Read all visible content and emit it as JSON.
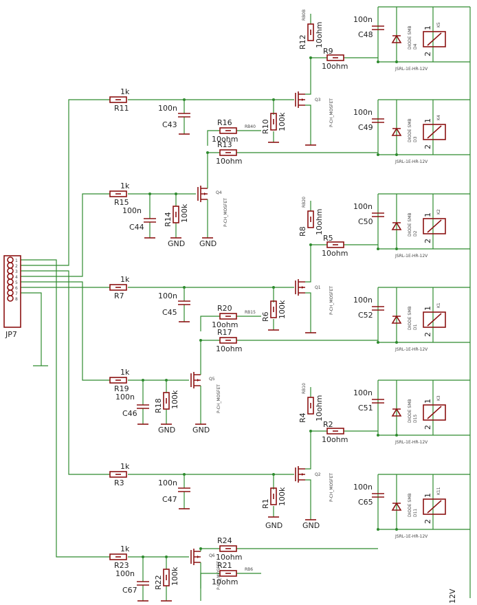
{
  "connector": {
    "name": "JP7",
    "pins": [
      "1",
      "2",
      "3",
      "4",
      "5",
      "6",
      "7",
      "8"
    ]
  },
  "gate_resistors": [
    {
      "name": "R11",
      "value": "1k"
    },
    {
      "name": "R15",
      "value": "1k"
    },
    {
      "name": "R7",
      "value": "1k"
    },
    {
      "name": "R19",
      "value": "1k"
    },
    {
      "name": "R3",
      "value": "1k"
    },
    {
      "name": "R23",
      "value": "1k"
    }
  ],
  "caps": [
    {
      "name": "C43",
      "value": "100n"
    },
    {
      "name": "C44",
      "value": "100n"
    },
    {
      "name": "C45",
      "value": "100n"
    },
    {
      "name": "C46",
      "value": "100n"
    },
    {
      "name": "C47",
      "value": "100n"
    },
    {
      "name": "C67",
      "value": "100n"
    },
    {
      "name": "C48",
      "value": "100n"
    },
    {
      "name": "C49",
      "value": "100n"
    },
    {
      "name": "C50",
      "value": "100n"
    },
    {
      "name": "C52",
      "value": "100n"
    },
    {
      "name": "C51",
      "value": "100n"
    },
    {
      "name": "C65",
      "value": "100n"
    }
  ],
  "pulldowns": [
    {
      "name": "R10",
      "value": "100k"
    },
    {
      "name": "R14",
      "value": "100k"
    },
    {
      "name": "R6",
      "value": "100k"
    },
    {
      "name": "R18",
      "value": "100k"
    },
    {
      "name": "R1",
      "value": "100k"
    },
    {
      "name": "R22",
      "value": "100k"
    }
  ],
  "series_resistors": [
    {
      "name": "R12",
      "value": "10ohm"
    },
    {
      "name": "R9",
      "value": "10ohm"
    },
    {
      "name": "R16",
      "value": "10ohm"
    },
    {
      "name": "R13",
      "value": "10ohm"
    },
    {
      "name": "R8",
      "value": "10ohm"
    },
    {
      "name": "R5",
      "value": "10ohm"
    },
    {
      "name": "R20",
      "value": "10ohm"
    },
    {
      "name": "R17",
      "value": "10ohm"
    },
    {
      "name": "R4",
      "value": "10ohm"
    },
    {
      "name": "R2",
      "value": "10ohm"
    },
    {
      "name": "R21",
      "value": "10ohm"
    },
    {
      "name": "R24",
      "value": "10ohm"
    }
  ],
  "mosfets": [
    "Q3",
    "Q4",
    "Q1",
    "Q5",
    "Q2",
    "Q6"
  ],
  "mosfet_type": "P-CH_MOSFET",
  "gnd_label": "GND",
  "net_labels": [
    "RB0B",
    "RB40",
    "RB20",
    "RB15",
    "RB10",
    "RB6"
  ],
  "diode_label": "DIODE SMB",
  "relay_part": "JSRL-1E-HR-12V",
  "relays": [
    "K5",
    "K4",
    "K2",
    "K1",
    "K3",
    "K11"
  ],
  "diodes": [
    "D4",
    "D3",
    "D2",
    "D1",
    "D15",
    "D11"
  ],
  "supply_label": "12V",
  "colors": {
    "wire": "#2e8b2e",
    "part": "#8b1010",
    "text": "#222222"
  }
}
